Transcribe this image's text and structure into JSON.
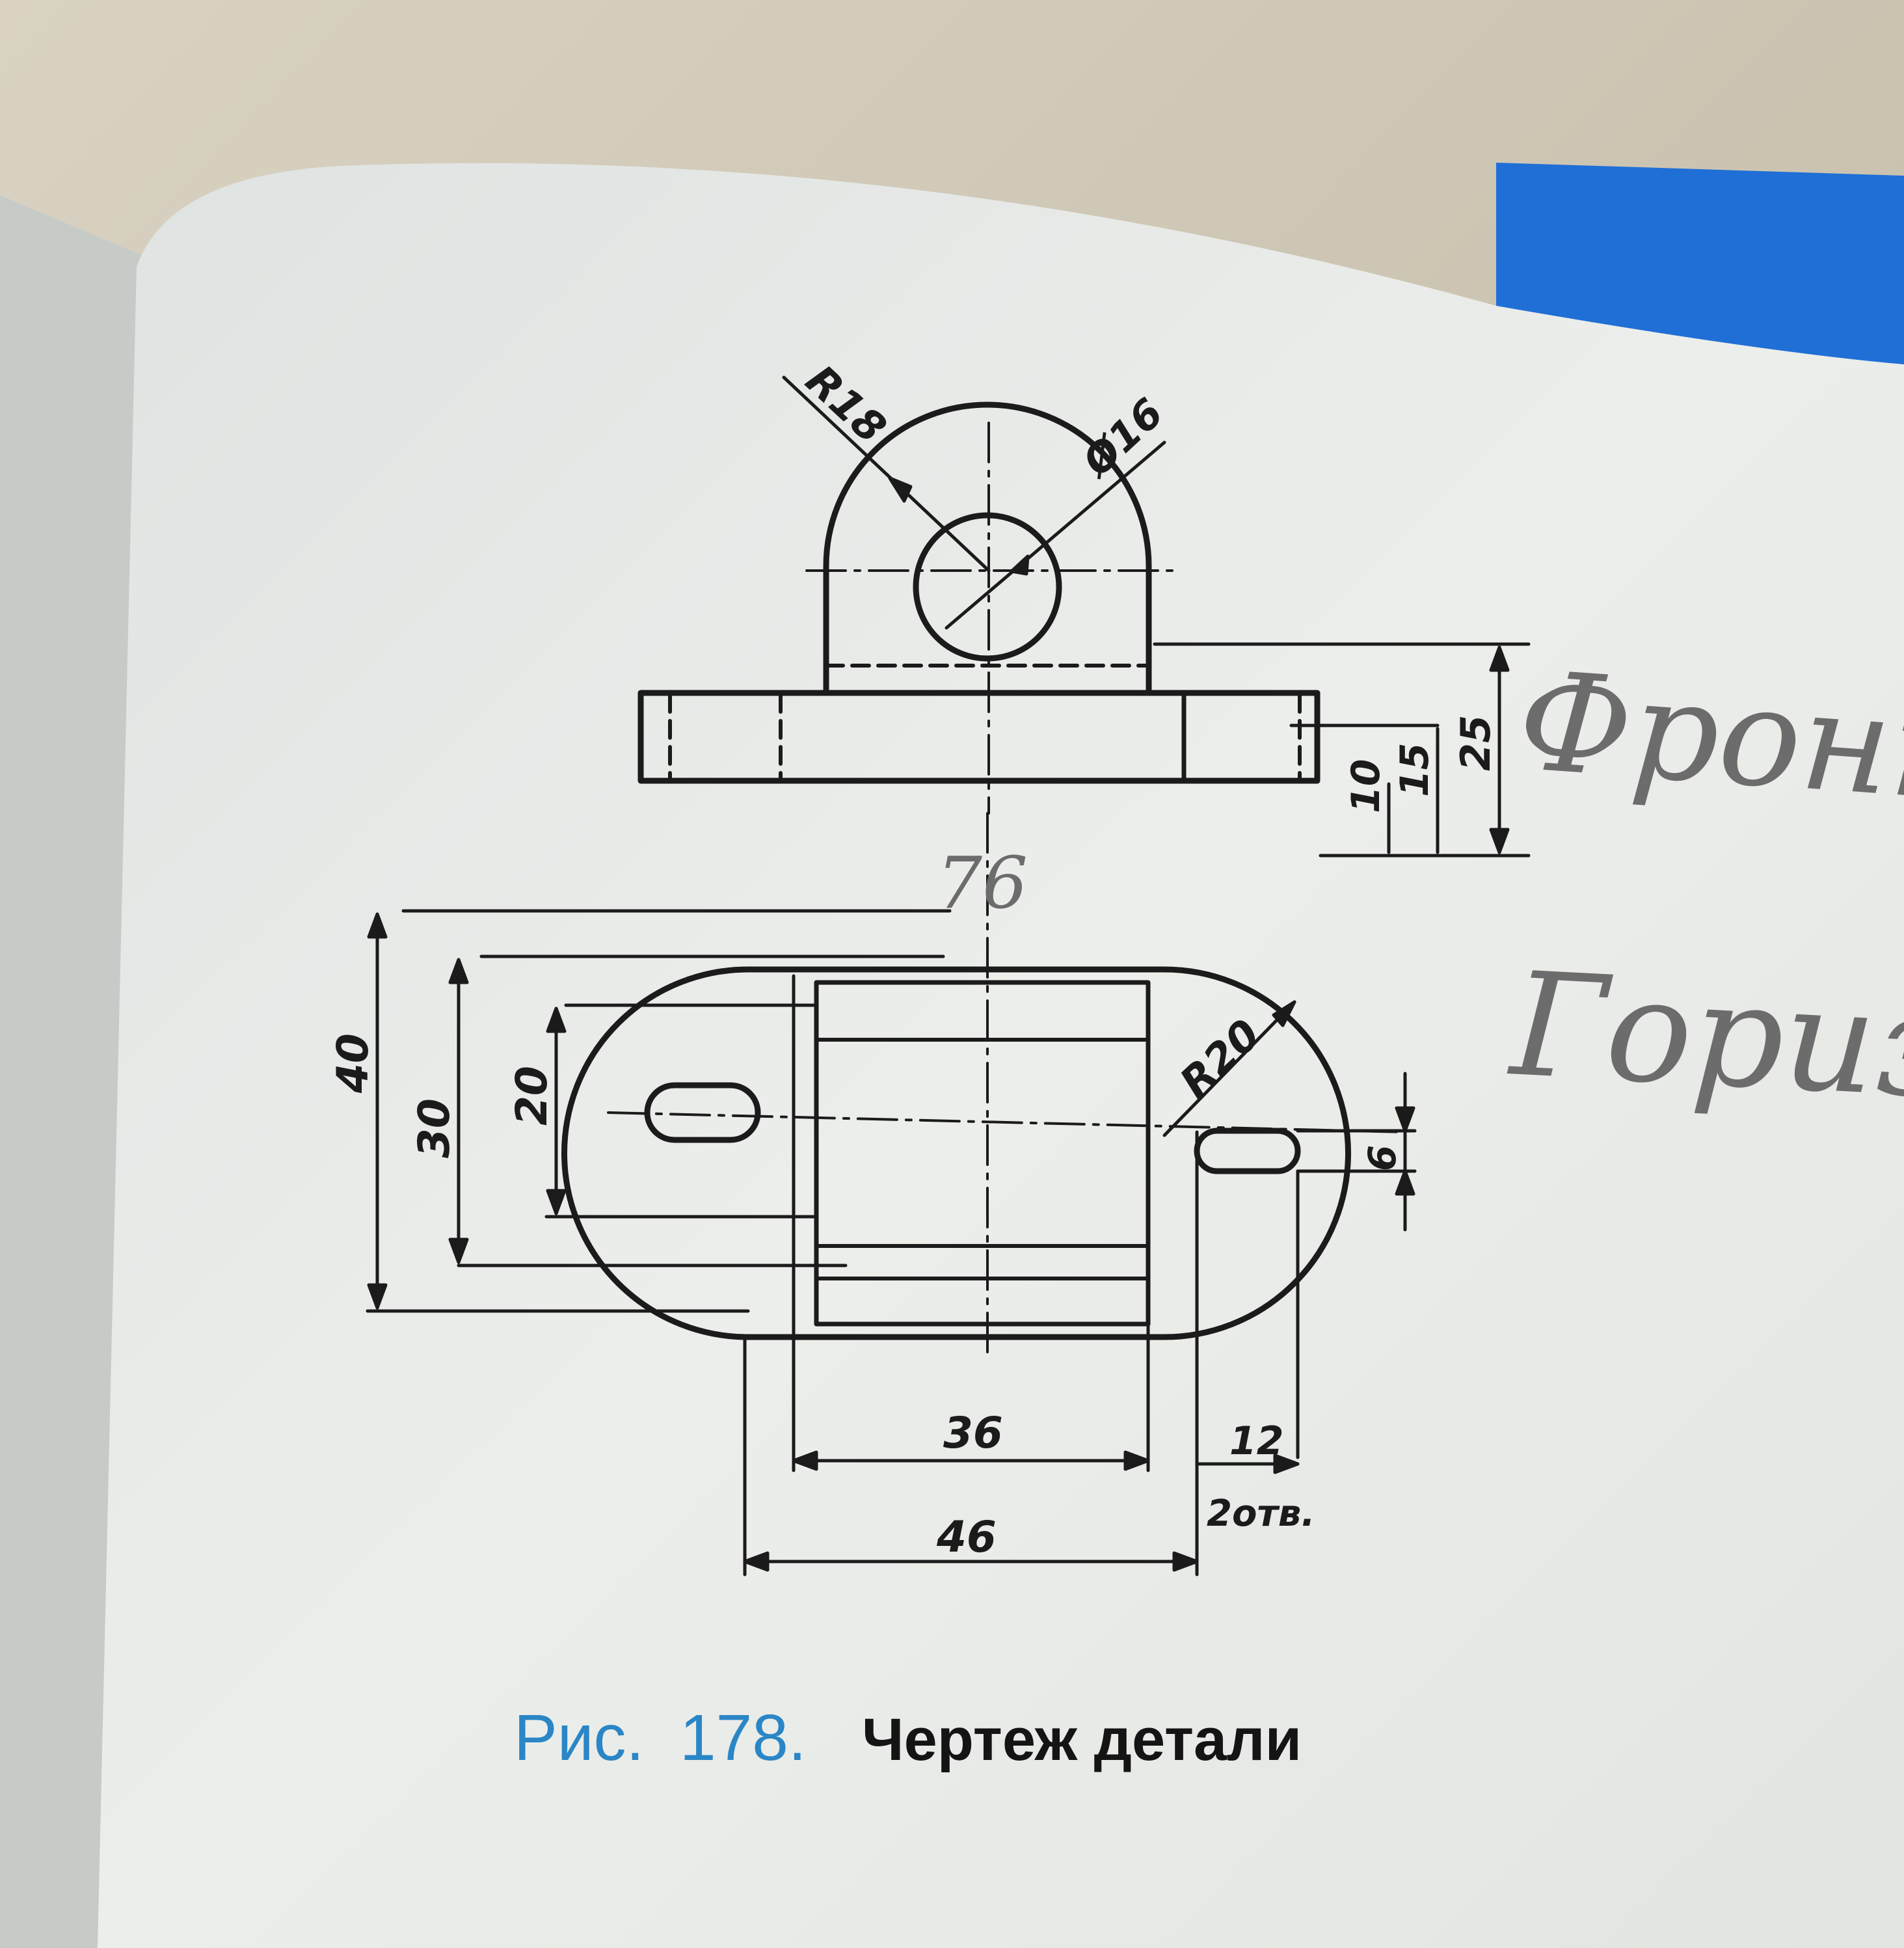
{
  "figure": {
    "caption_label": "Рис.",
    "caption_number": "178.",
    "caption_title": "Чертеж детали"
  },
  "dimensions": {
    "r18": "R18",
    "d16": "Ø16",
    "h25": "25",
    "h15": "15",
    "h10": "10",
    "w76": "76",
    "h40": "40",
    "h30": "30",
    "h20": "20",
    "r20": "R20",
    "s6": "6",
    "w36": "36",
    "w12": "12",
    "holes": "2отв.",
    "w46": "46"
  },
  "handwriting": {
    "word1": "Фронт",
    "word2": "Гориз"
  },
  "colors": {
    "paper": "#e9ebe8",
    "ink": "#1b1b1b",
    "caption_blue": "#2a86c6",
    "binder_blue": "#1f6fd6"
  }
}
